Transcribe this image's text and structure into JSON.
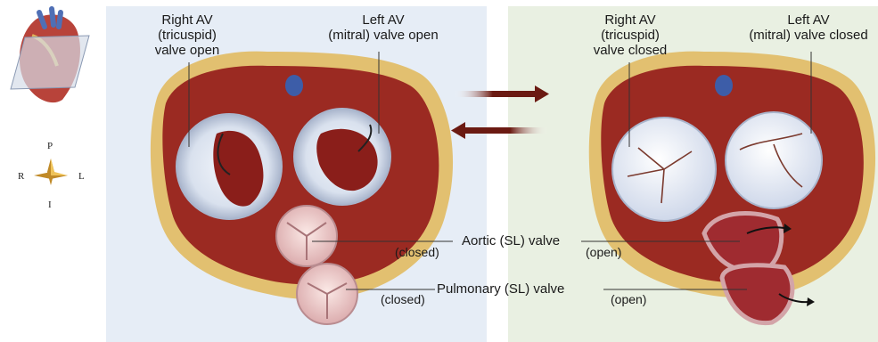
{
  "labels": {
    "left_right_av": [
      "Right AV",
      "(tricuspid)",
      "valve open"
    ],
    "left_left_av": [
      "Left AV",
      "(mitral) valve open"
    ],
    "right_right_av": [
      "Right AV",
      "(tricuspid)",
      "valve closed"
    ],
    "right_left_av": [
      "Left AV",
      "(mitral) valve closed"
    ],
    "aortic": "Aortic (SL) valve",
    "pulmonary": "Pulmonary (SL) valve",
    "aortic_left_state": "(closed)",
    "pulmonary_left_state": "(closed)",
    "aortic_right_state": "(open)",
    "pulmonary_right_state": "(open)"
  },
  "compass": {
    "top": "P",
    "left": "R",
    "right": "L",
    "bottom": "I"
  },
  "colors": {
    "left_panel_bg": "#e6edf6",
    "right_panel_bg": "#e9f0e2",
    "muscle": "#9b2a22",
    "fat": "#e2c070",
    "arrow": "#6b1a12"
  }
}
